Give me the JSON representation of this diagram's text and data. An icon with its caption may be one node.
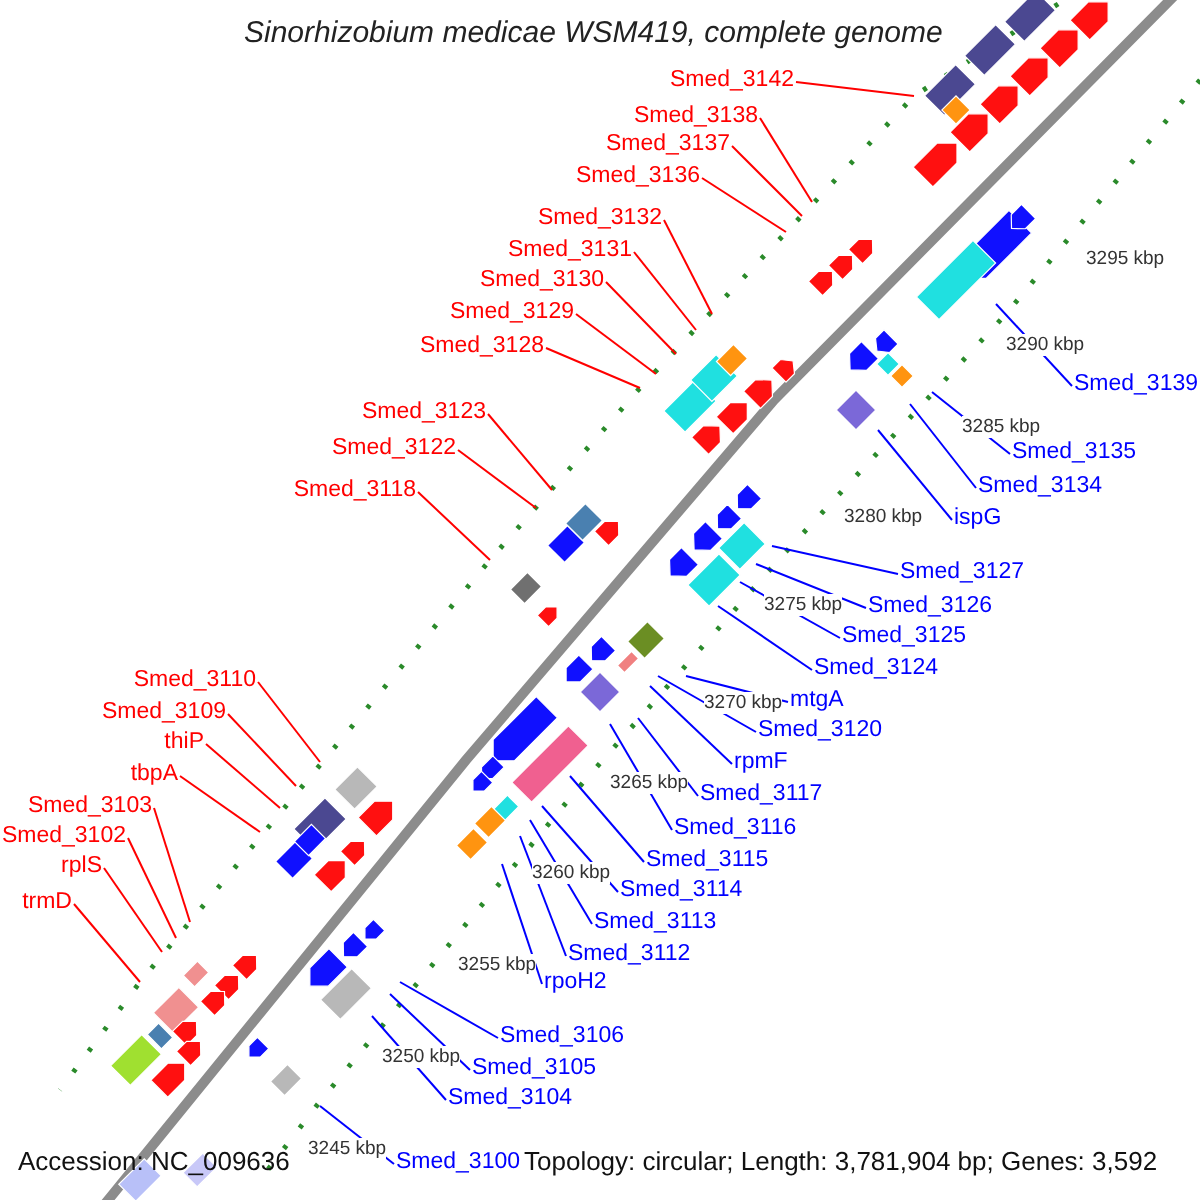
{
  "diagram": {
    "title": "Sinorhizobium medicae WSM419, complete genome",
    "nodes": [
      {
        "text": [
          "Smed_3142"
        ]
      },
      {
        "text": [
          "Smed_3138"
        ]
      },
      {
        "text": [
          "Smed_3137"
        ]
      },
      {
        "text": [
          "Smed_3136"
        ]
      },
      {
        "text": [
          "Smed_3132"
        ]
      },
      {
        "text": [
          "Smed_3131"
        ]
      },
      {
        "text": [
          "Smed_3130"
        ]
      },
      {
        "text": [
          "Smed_3129"
        ]
      },
      {
        "text": [
          "Smed_3128"
        ]
      },
      {
        "text": [
          "Smed_3139"
        ]
      },
      {
        "text": [
          "Smed_3123"
        ]
      },
      {
        "text": [
          "Smed_3122"
        ]
      },
      {
        "text": [
          "Smed_3135"
        ]
      },
      {
        "text": [
          "Smed_3134"
        ]
      },
      {
        "text": [
          "Smed_3118"
        ]
      },
      {
        "text": [
          "ispG"
        ]
      },
      {
        "text": [
          "Smed_3127"
        ]
      },
      {
        "text": [
          "Smed_3126"
        ]
      },
      {
        "text": [
          "Smed_3125"
        ]
      },
      {
        "text": [
          "Smed_3124"
        ]
      },
      {
        "text": [
          "Smed_3110"
        ]
      },
      {
        "text": [
          "mtgA"
        ]
      },
      {
        "text": [
          "Smed_3109"
        ]
      },
      {
        "text": [
          "Smed_3120"
        ]
      },
      {
        "text": [
          "thiP"
        ]
      },
      {
        "text": [
          "rpmF"
        ]
      },
      {
        "text": [
          "tbpA"
        ]
      },
      {
        "text": [
          "Smed_3117"
        ]
      },
      {
        "text": [
          "Smed_3103"
        ]
      },
      {
        "text": [
          "Smed_3116"
        ]
      },
      {
        "text": [
          "Smed_3102"
        ]
      },
      {
        "text": [
          "Smed_3115"
        ]
      },
      {
        "text": [
          "rplS"
        ]
      },
      {
        "text": [
          "Smed_3114"
        ]
      },
      {
        "text": [
          "trmD"
        ]
      },
      {
        "text": [
          "Smed_3113"
        ]
      },
      {
        "text": [
          "Smed_3112"
        ]
      },
      {
        "text": [
          "rpoH2"
        ]
      },
      {
        "text": [
          "Smed_3106"
        ]
      },
      {
        "text": [
          "Smed_3105"
        ]
      },
      {
        "text": [
          "Smed_3104"
        ]
      },
      {
        "text": [
          "Smed_3100"
        ]
      }
    ],
    "edges": [
      {
        "from": 0,
        "to": null,
        "arrow": "none",
        "color": "#ff0000"
      },
      {
        "from": 1,
        "to": null,
        "arrow": "none",
        "color": "#ff0000"
      },
      {
        "from": 2,
        "to": null,
        "arrow": "none",
        "color": "#ff0000"
      },
      {
        "from": 3,
        "to": null,
        "arrow": "none",
        "color": "#ff0000"
      },
      {
        "from": 4,
        "to": null,
        "arrow": "none",
        "color": "#ff0000"
      },
      {
        "from": 5,
        "to": null,
        "arrow": "none",
        "color": "#ff0000"
      },
      {
        "from": 6,
        "to": null,
        "arrow": "none",
        "color": "#ff0000"
      },
      {
        "from": 7,
        "to": null,
        "arrow": "none",
        "color": "#ff0000"
      },
      {
        "from": 8,
        "to": null,
        "arrow": "none",
        "color": "#ff0000"
      },
      {
        "from": 9,
        "to": null,
        "arrow": "none"
      },
      {
        "from": 10,
        "to": null,
        "arrow": "none",
        "color": "#ff0000"
      },
      {
        "from": 11,
        "to": null,
        "arrow": "none",
        "color": "#ff0000"
      },
      {
        "from": 12,
        "to": null,
        "arrow": "none"
      },
      {
        "from": 13,
        "to": null,
        "arrow": "none"
      },
      {
        "from": 14,
        "to": null,
        "arrow": "none",
        "color": "#ff0000"
      },
      {
        "from": 15,
        "to": null,
        "arrow": "none"
      },
      {
        "from": 16,
        "to": null,
        "arrow": "none"
      },
      {
        "from": 17,
        "to": null,
        "arrow": "none"
      },
      {
        "from": 18,
        "to": null,
        "arrow": "none"
      },
      {
        "from": 19,
        "to": null,
        "arrow": "none"
      },
      {
        "from": 20,
        "to": null,
        "arrow": "none",
        "color": "#ff0000"
      },
      {
        "from": 21,
        "to": null,
        "arrow": "none"
      },
      {
        "from": 22,
        "to": null,
        "arrow": "none",
        "color": "#ff0000"
      },
      {
        "from": 23,
        "to": null,
        "arrow": "none"
      },
      {
        "from": 24,
        "to": null,
        "arrow": "none",
        "color": "#ff0000"
      },
      {
        "from": 25,
        "to": null,
        "arrow": "none"
      },
      {
        "from": 26,
        "to": null,
        "arrow": "none",
        "color": "#ff0000"
      },
      {
        "from": 27,
        "to": null,
        "arrow": "none"
      },
      {
        "from": 28,
        "to": null,
        "arrow": "none",
        "color": "#ff0000"
      },
      {
        "from": 29,
        "to": null,
        "arrow": "none"
      },
      {
        "from": 30,
        "to": null,
        "arrow": "none",
        "color": "#ff0000"
      },
      {
        "from": 31,
        "to": null,
        "arrow": "none"
      },
      {
        "from": 32,
        "to": null,
        "arrow": "none",
        "color": "#ff0000"
      },
      {
        "from": 33,
        "to": null,
        "arrow": "none"
      },
      {
        "from": 34,
        "to": null,
        "arrow": "none",
        "color": "#ff0000"
      },
      {
        "from": 35,
        "to": null,
        "arrow": "none"
      },
      {
        "from": 36,
        "to": null,
        "arrow": "none"
      },
      {
        "from": 37,
        "to": null,
        "arrow": "none"
      },
      {
        "from": 38,
        "to": null,
        "arrow": "none"
      },
      {
        "from": 39,
        "to": null,
        "arrow": "none"
      },
      {
        "from": 40,
        "to": null,
        "arrow": "none"
      },
      {
        "from": 41,
        "to": null,
        "arrow": "none"
      }
    ],
    "labels": [
      "3295 kbp",
      "3290 kbp",
      "3285 kbp",
      "3280 kbp",
      "3275 kbp",
      "3270 kbp",
      "3265 kbp",
      "3260 kbp",
      "3255 kbp",
      "3250 kbp",
      "3245 kbp",
      "Accession: NC_009636",
      "Topology: circular; Length: 3,781,904 bp; Genes: 3,592"
    ]
  }
}
